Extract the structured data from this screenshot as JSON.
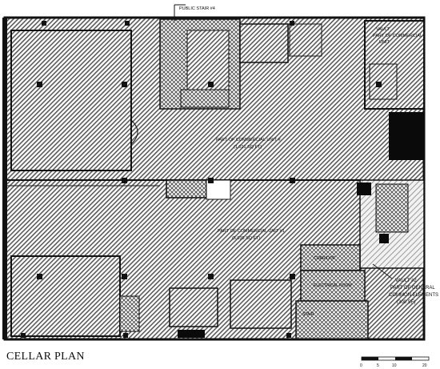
{
  "title": "CELLAR PLAN",
  "labels": {
    "public_stair": "PUBLIC STAIR #4",
    "unit_upper_1": "PART OF COMMERCIAL UNIT #",
    "unit_upper_2": "(1,021 SQ FT)",
    "unit_lower_1": "PART OF COMMERCIAL UNIT #1",
    "unit_lower_2": "(5,035 SQ FT)",
    "vault_upper_1": "VAULT",
    "vault_upper_2": "PART OF COMMERCIAL",
    "vault_upper_3": "UNIT",
    "vault_2_1": "VAULT #2",
    "vault_2_2": "PART OF GENERAL",
    "vault_2_3": "COMMON ELEMENTS",
    "vault_2_4": "(300 SF)",
    "corridor": "CORRIDOR",
    "electrical_room": "ELECTRICAL ROOM",
    "stair": "STAIR"
  },
  "scale_ticks": [
    "0",
    "5",
    "10",
    "20"
  ],
  "colors": {
    "hatch": "#5a5a5a",
    "wall": "#111111",
    "paper": "#ffffff",
    "light_floor": "#ececec",
    "dark_block": "#0a0a0a"
  }
}
